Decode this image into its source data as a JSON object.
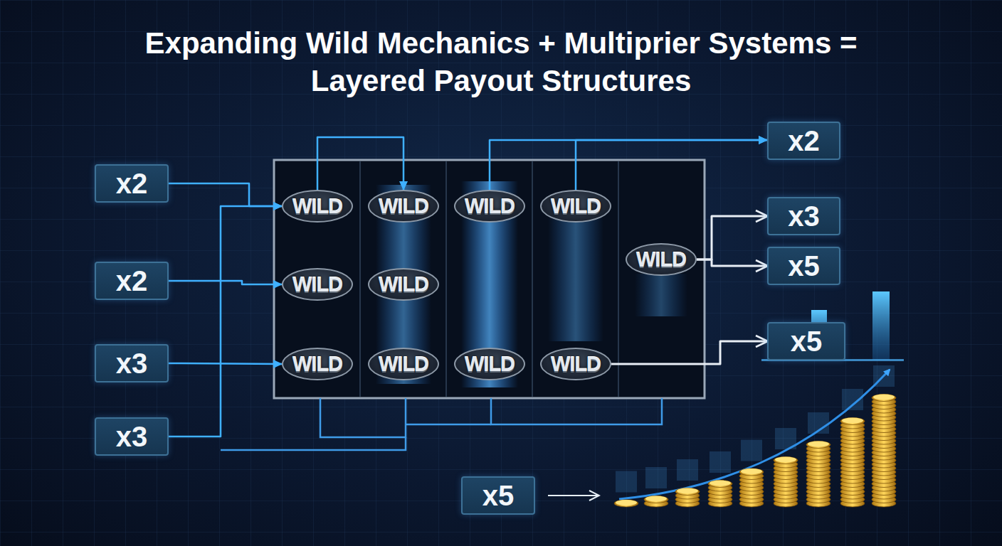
{
  "diagram": {
    "title": "Expanding Wild Mechanics + Multiprier Systems = Layered Payout Structures",
    "nodes": [
      {
        "text": [
          "x2"
        ]
      },
      {
        "text": [
          "x2"
        ]
      },
      {
        "text": [
          "x3"
        ]
      },
      {
        "text": [
          "x3"
        ]
      },
      {
        "text": [
          "WILD"
        ]
      },
      {
        "text": [
          "WILD"
        ]
      },
      {
        "text": [
          "WILD"
        ]
      },
      {
        "text": [
          "WILD"
        ]
      },
      {
        "text": [
          "WILD"
        ]
      },
      {
        "text": [
          "WILD"
        ]
      },
      {
        "text": [
          "WILD"
        ]
      },
      {
        "text": [
          "WILD"
        ]
      },
      {
        "text": [
          "WILD"
        ]
      },
      {
        "text": [
          "WILD"
        ]
      },
      {
        "text": [
          "WILD"
        ]
      },
      {
        "text": [
          "x2"
        ]
      },
      {
        "text": [
          "x3"
        ]
      },
      {
        "text": [
          "x5"
        ]
      },
      {
        "text": [
          "x5"
        ]
      },
      {
        "text": [
          "x5"
        ]
      }
    ],
    "edges": [
      {
        "from": 0,
        "to": 4,
        "arrow": "to"
      },
      {
        "from": 1,
        "to": 8,
        "arrow": "to"
      },
      {
        "from": 2,
        "to": 11,
        "arrow": "to"
      },
      {
        "from": 3,
        "to": 4,
        "arrow": "to"
      },
      {
        "from": 4,
        "to": 5,
        "arrow": "to"
      },
      {
        "from": 6,
        "to": 15,
        "arrow": "to"
      },
      {
        "from": 7,
        "to": 15,
        "arrow": "to"
      },
      {
        "from": 10,
        "to": 16,
        "arrow": "to"
      },
      {
        "from": 10,
        "to": 17,
        "arrow": "to"
      },
      {
        "from": 14,
        "to": 18,
        "arrow": "to"
      }
    ]
  }
}
